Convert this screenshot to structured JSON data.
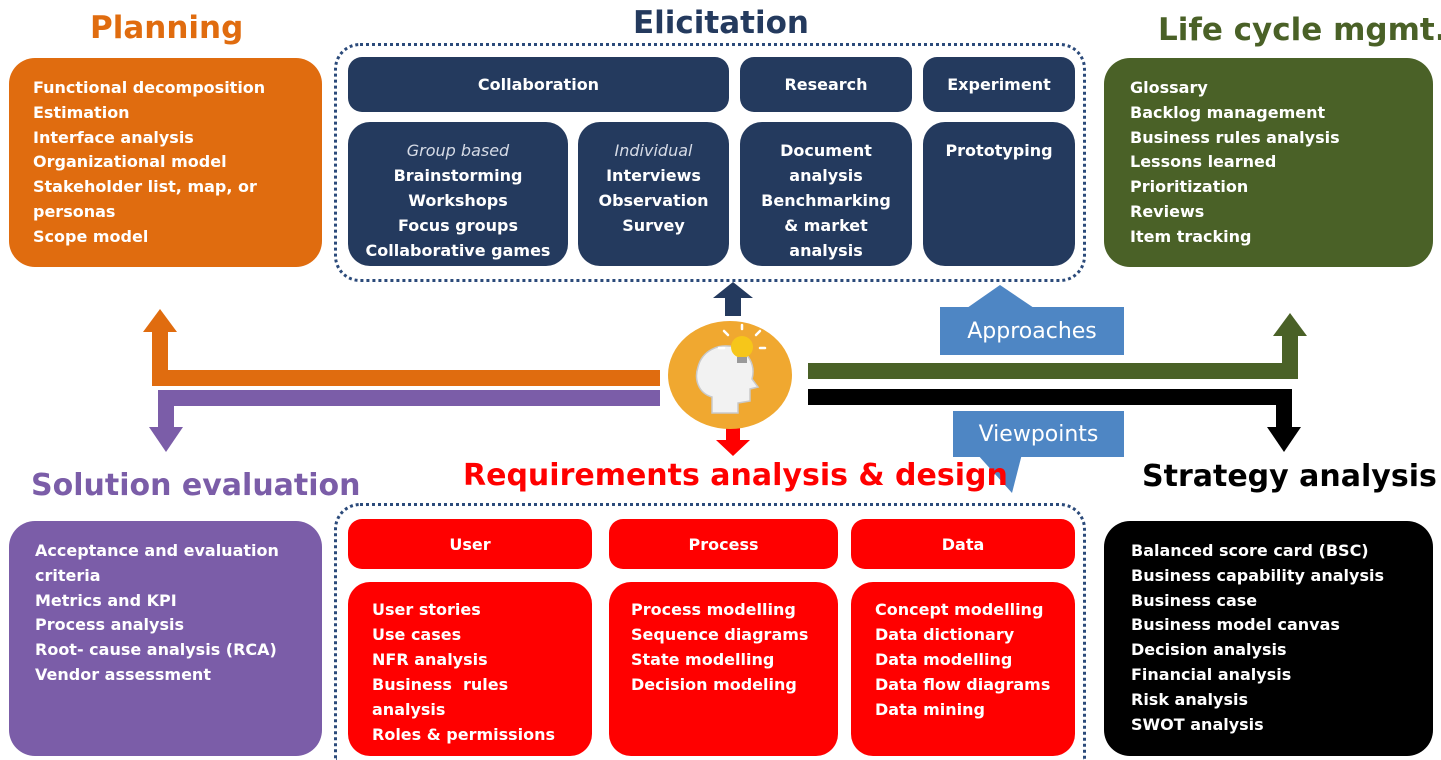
{
  "colors": {
    "planning": "#e06c0f",
    "elicitation": "#243a5e",
    "lifecycle": "#4a6127",
    "solution": "#7b5da8",
    "requirements": "#ff0000",
    "strategy": "#000000",
    "callout": "#4e86c4",
    "center": "#f0a830"
  },
  "planning": {
    "title": "Planning",
    "items": [
      "Functional decomposition",
      "Estimation",
      "Interface analysis",
      "Organizational model",
      "Stakeholder list, map, or",
      "personas",
      "Scope model"
    ]
  },
  "elicitation": {
    "title": "Elicitation",
    "headers": {
      "collaboration": "Collaboration",
      "research": "Research",
      "experiment": "Experiment"
    },
    "group": {
      "label": "Group based",
      "items": [
        "Brainstorming",
        "Workshops",
        "Focus groups",
        "Collaborative games"
      ]
    },
    "individual": {
      "label": "Individual",
      "items": [
        "Interviews",
        "Observation",
        "Survey"
      ]
    },
    "research": {
      "items": [
        "Document",
        "analysis",
        "Benchmarking",
        "& market",
        "analysis"
      ]
    },
    "experiment": {
      "items": [
        "Prototyping"
      ]
    }
  },
  "lifecycle": {
    "title": "Life cycle mgmt.",
    "items": [
      "Glossary",
      "Backlog management",
      "Business rules analysis",
      "Lessons learned",
      "Prioritization",
      "Reviews",
      "Item tracking"
    ]
  },
  "callouts": {
    "approaches": "Approaches",
    "viewpoints": "Viewpoints"
  },
  "center": {
    "icon": "head-lightbulb-icon"
  },
  "solution": {
    "title": "Solution evaluation",
    "items": [
      "Acceptance and evaluation",
      "criteria",
      "Metrics and KPI",
      "Process analysis",
      "Root- cause analysis (RCA)",
      "Vendor assessment"
    ]
  },
  "requirements": {
    "title": "Requirements analysis & design",
    "headers": {
      "user": "User",
      "process": "Process",
      "data": "Data"
    },
    "user": {
      "items": [
        "User stories",
        "Use cases",
        "NFR analysis",
        "Business  rules",
        "analysis",
        "Roles & permissions"
      ]
    },
    "process": {
      "items": [
        "Process modelling",
        "Sequence diagrams",
        "State modelling",
        "Decision modeling"
      ]
    },
    "data": {
      "items": [
        "Concept modelling",
        "Data dictionary",
        "Data modelling",
        "Data flow diagrams",
        "Data mining"
      ]
    }
  },
  "strategy": {
    "title": "Strategy analysis",
    "items": [
      "Balanced score card (BSC)",
      "Business capability analysis",
      "Business case",
      "Business model canvas",
      "Decision analysis",
      "Financial analysis",
      "Risk analysis",
      "SWOT analysis"
    ]
  }
}
